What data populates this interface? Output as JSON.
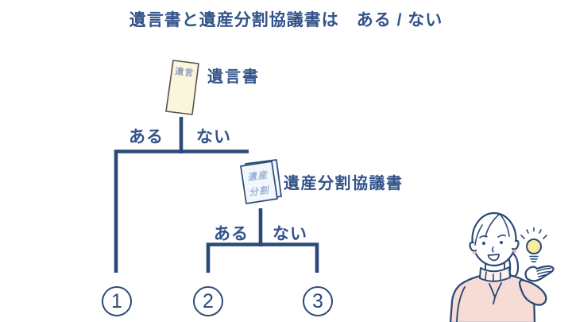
{
  "title": "遺言書と遺産分割協議書は　ある / ない",
  "colors": {
    "navy": "#2c4a78",
    "text_navy": "#33538a",
    "paper_fill": "#faf5dd",
    "paper_stroke": "#57534a",
    "paper_text_color": "#94a3bd",
    "booklet_fill": "#f2f7fb",
    "booklet_text_color": "#9db3d6",
    "bulb_yellow": "#f8eca1",
    "sweater_pink": "#f7dcd6",
    "earring_pink": "#f0b9ad"
  },
  "flowchart": {
    "root": {
      "doc_icon_text": "遺言",
      "label": "遺言書"
    },
    "branch1": {
      "left_label": "ある",
      "right_label": "ない"
    },
    "node2": {
      "doc_icon_line1": "遺産",
      "doc_icon_line2": "分割",
      "label": "遺産分割協議書"
    },
    "branch2": {
      "left_label": "ある",
      "right_label": "ない"
    },
    "outcomes": [
      "1",
      "2",
      "3"
    ]
  },
  "illustration": {
    "name": "woman-with-idea-lightbulb"
  }
}
